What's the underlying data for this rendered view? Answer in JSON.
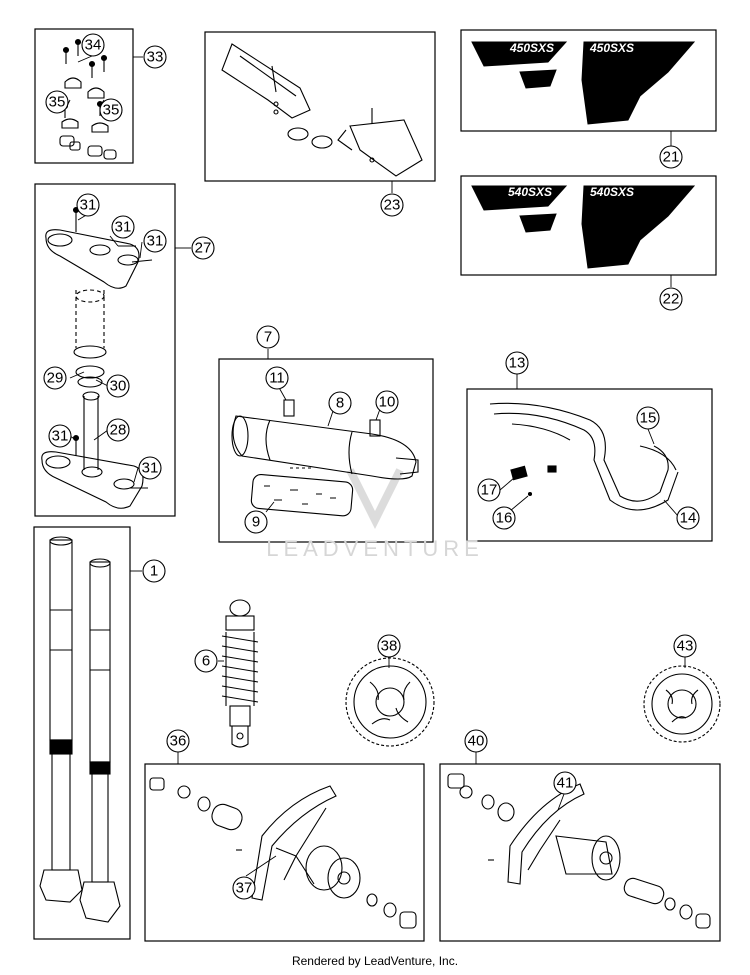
{
  "decals": {
    "decal_21": "450SXS",
    "decal_22": "540SXS"
  },
  "watermark": "LEADVENTURE",
  "footer": "Rendered by LeadVenture, Inc.",
  "callouts": {
    "c1": "1",
    "c6": "6",
    "c7": "7",
    "c8": "8",
    "c9": "9",
    "c10": "10",
    "c11": "11",
    "c13": "13",
    "c14": "14",
    "c15": "15",
    "c16": "16",
    "c17": "17",
    "c21": "21",
    "c22": "22",
    "c23": "23",
    "c27": "27",
    "c28": "28",
    "c29": "29",
    "c30": "30",
    "c31a": "31",
    "c31b": "31",
    "c31c": "31",
    "c31d": "31",
    "c31e": "31",
    "c33": "33",
    "c34": "34",
    "c35a": "35",
    "c35b": "35",
    "c36": "36",
    "c37": "37",
    "c38": "38",
    "c40": "40",
    "c41": "41",
    "c43": "43"
  }
}
